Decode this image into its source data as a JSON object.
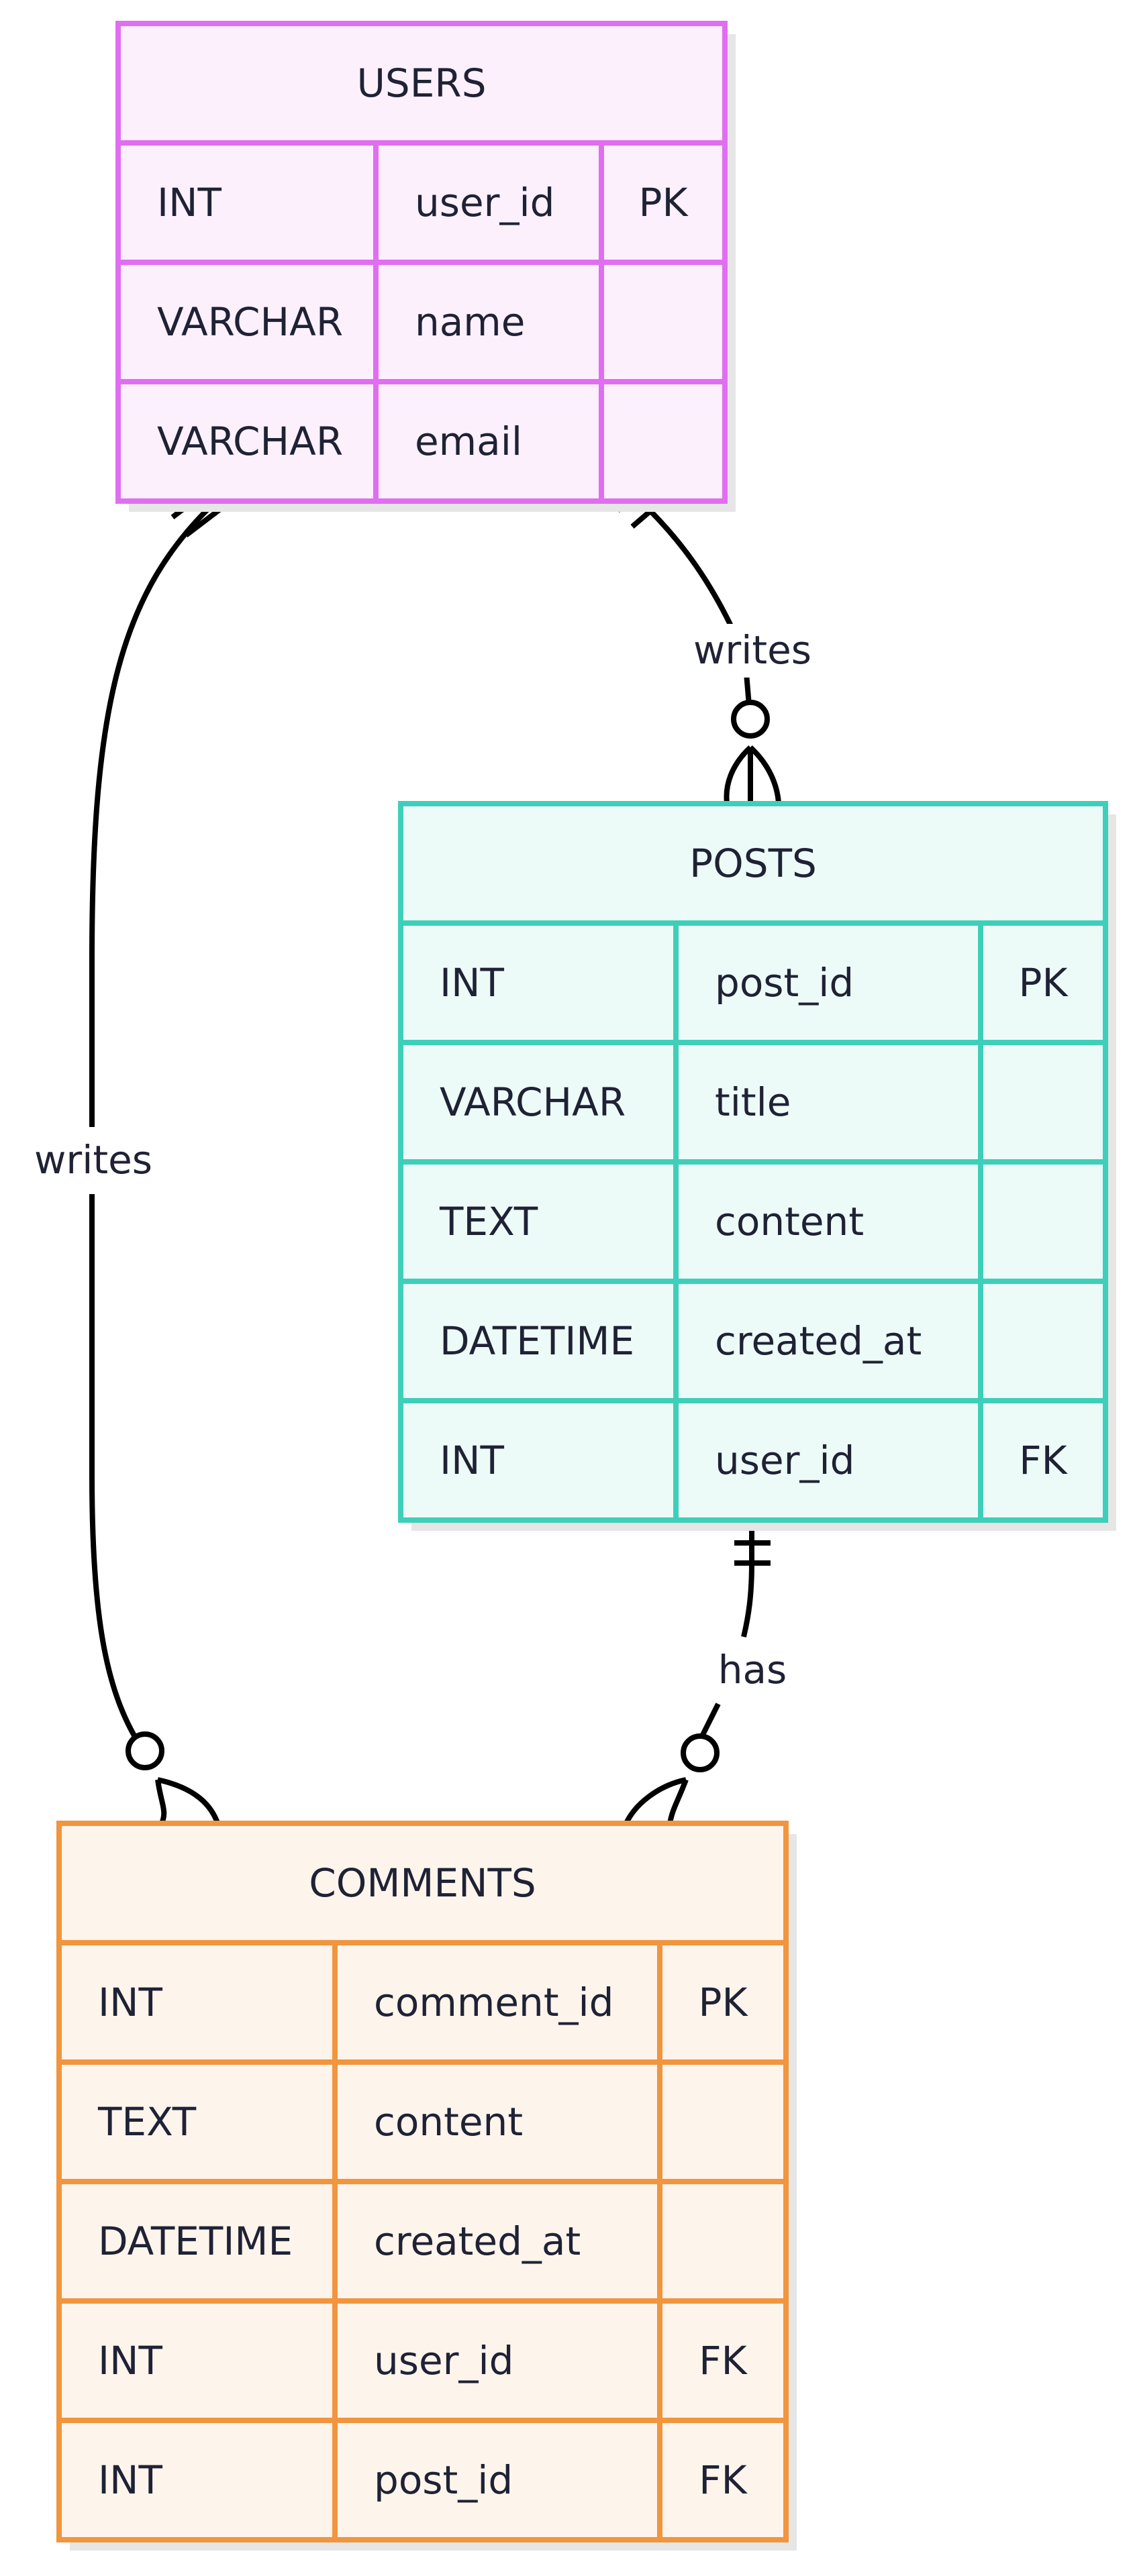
{
  "entities": {
    "users": {
      "title": "USERS",
      "stroke": "#e06ef0",
      "fill": "#fdf0fd",
      "rows": [
        {
          "type": "INT",
          "name": "user_id",
          "key": "PK"
        },
        {
          "type": "VARCHAR",
          "name": "name",
          "key": ""
        },
        {
          "type": "VARCHAR",
          "name": "email",
          "key": ""
        }
      ]
    },
    "posts": {
      "title": "POSTS",
      "stroke": "#3ecfba",
      "fill": "#edfbf8",
      "rows": [
        {
          "type": "INT",
          "name": "post_id",
          "key": "PK"
        },
        {
          "type": "VARCHAR",
          "name": "title",
          "key": ""
        },
        {
          "type": "TEXT",
          "name": "content",
          "key": ""
        },
        {
          "type": "DATETIME",
          "name": "created_at",
          "key": ""
        },
        {
          "type": "INT",
          "name": "user_id",
          "key": "FK"
        }
      ]
    },
    "comments": {
      "title": "COMMENTS",
      "stroke": "#f1953e",
      "fill": "#fdf4ec",
      "rows": [
        {
          "type": "INT",
          "name": "comment_id",
          "key": "PK"
        },
        {
          "type": "TEXT",
          "name": "content",
          "key": ""
        },
        {
          "type": "DATETIME",
          "name": "created_at",
          "key": ""
        },
        {
          "type": "INT",
          "name": "user_id",
          "key": "FK"
        },
        {
          "type": "INT",
          "name": "post_id",
          "key": "FK"
        }
      ]
    }
  },
  "relationships": {
    "users_posts": {
      "label": "writes",
      "from": "USERS",
      "to": "POSTS",
      "from_cardinality": "exactly-one",
      "to_cardinality": "zero-or-many"
    },
    "users_comments": {
      "label": "writes",
      "from": "USERS",
      "to": "COMMENTS",
      "from_cardinality": "exactly-one",
      "to_cardinality": "zero-or-many"
    },
    "posts_comments": {
      "label": "has",
      "from": "POSTS",
      "to": "COMMENTS",
      "from_cardinality": "exactly-one",
      "to_cardinality": "zero-or-many"
    }
  },
  "colors": {
    "edge": "#000000",
    "text": "#1f2235",
    "shadow": "#e6e6e6"
  }
}
